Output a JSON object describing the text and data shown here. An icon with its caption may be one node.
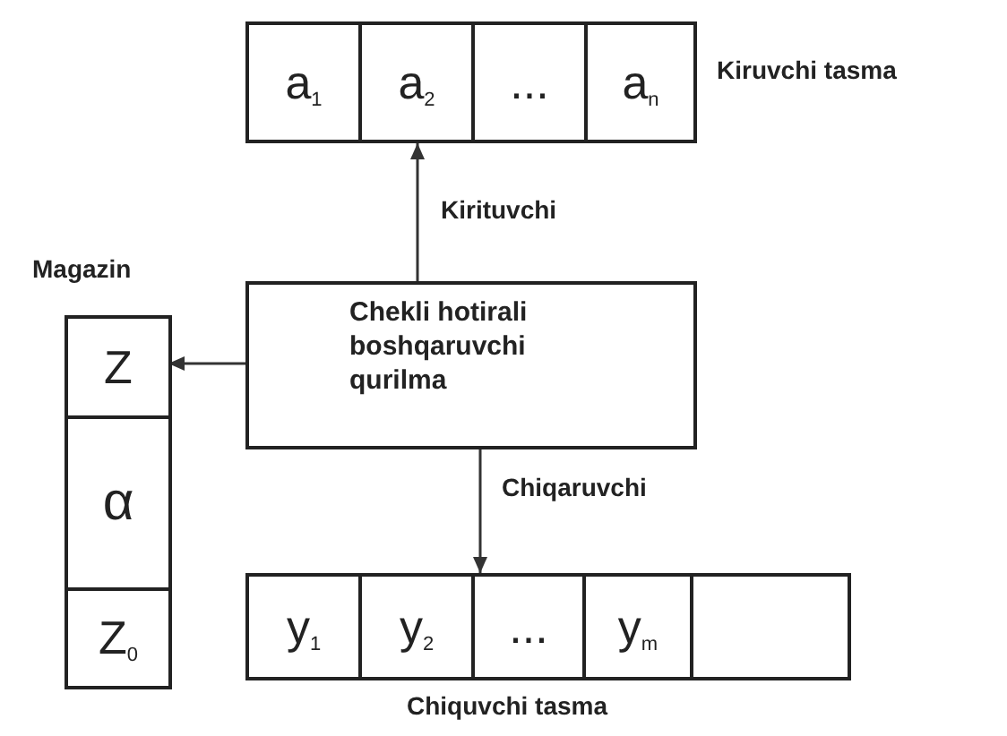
{
  "diagram": {
    "nodes": [
      {
        "text": [
          "Kiruvchi tasma"
        ]
      },
      {
        "text": [
          "a$_{1}$"
        ],
        "in": 0
      },
      {
        "text": [
          "a$_{2}$"
        ],
        "in": 0
      },
      {
        "text": [
          "..."
        ],
        "in": 0
      },
      {
        "text": [
          "a$_{n}$"
        ],
        "in": 0
      },
      {
        "text": [
          "Magazin"
        ]
      },
      {
        "text": [
          "Z"
        ],
        "in": 5
      },
      {
        "text": [
          "α"
        ],
        "in": 5
      },
      {
        "text": [
          "Z$_{0}$"
        ],
        "in": 5
      },
      {
        "text": [
          "Chekli hotirali boshqaruvchi qurilma"
        ]
      },
      {
        "text": [
          "Chiquvchi tasma"
        ]
      },
      {
        "text": [
          "y$_{1}$"
        ],
        "in": 10
      },
      {
        "text": [
          "y$_{2}$"
        ],
        "in": 10
      },
      {
        "text": [
          "..."
        ],
        "in": 10
      },
      {
        "text": [
          "y$_{m}$"
        ],
        "in": 10
      },
      {
        "text": [],
        "shape": "box"
      }
    ],
    "edges": [
      {
        "from": 9,
        "to": 0,
        "arrow": "to",
        "label": "Kirituvchi"
      },
      {
        "from": 9,
        "to": 6,
        "arrow": "to"
      },
      {
        "from": 9,
        "to": 10,
        "arrow": "to",
        "label": "Chiqaruvchi"
      }
    ]
  }
}
